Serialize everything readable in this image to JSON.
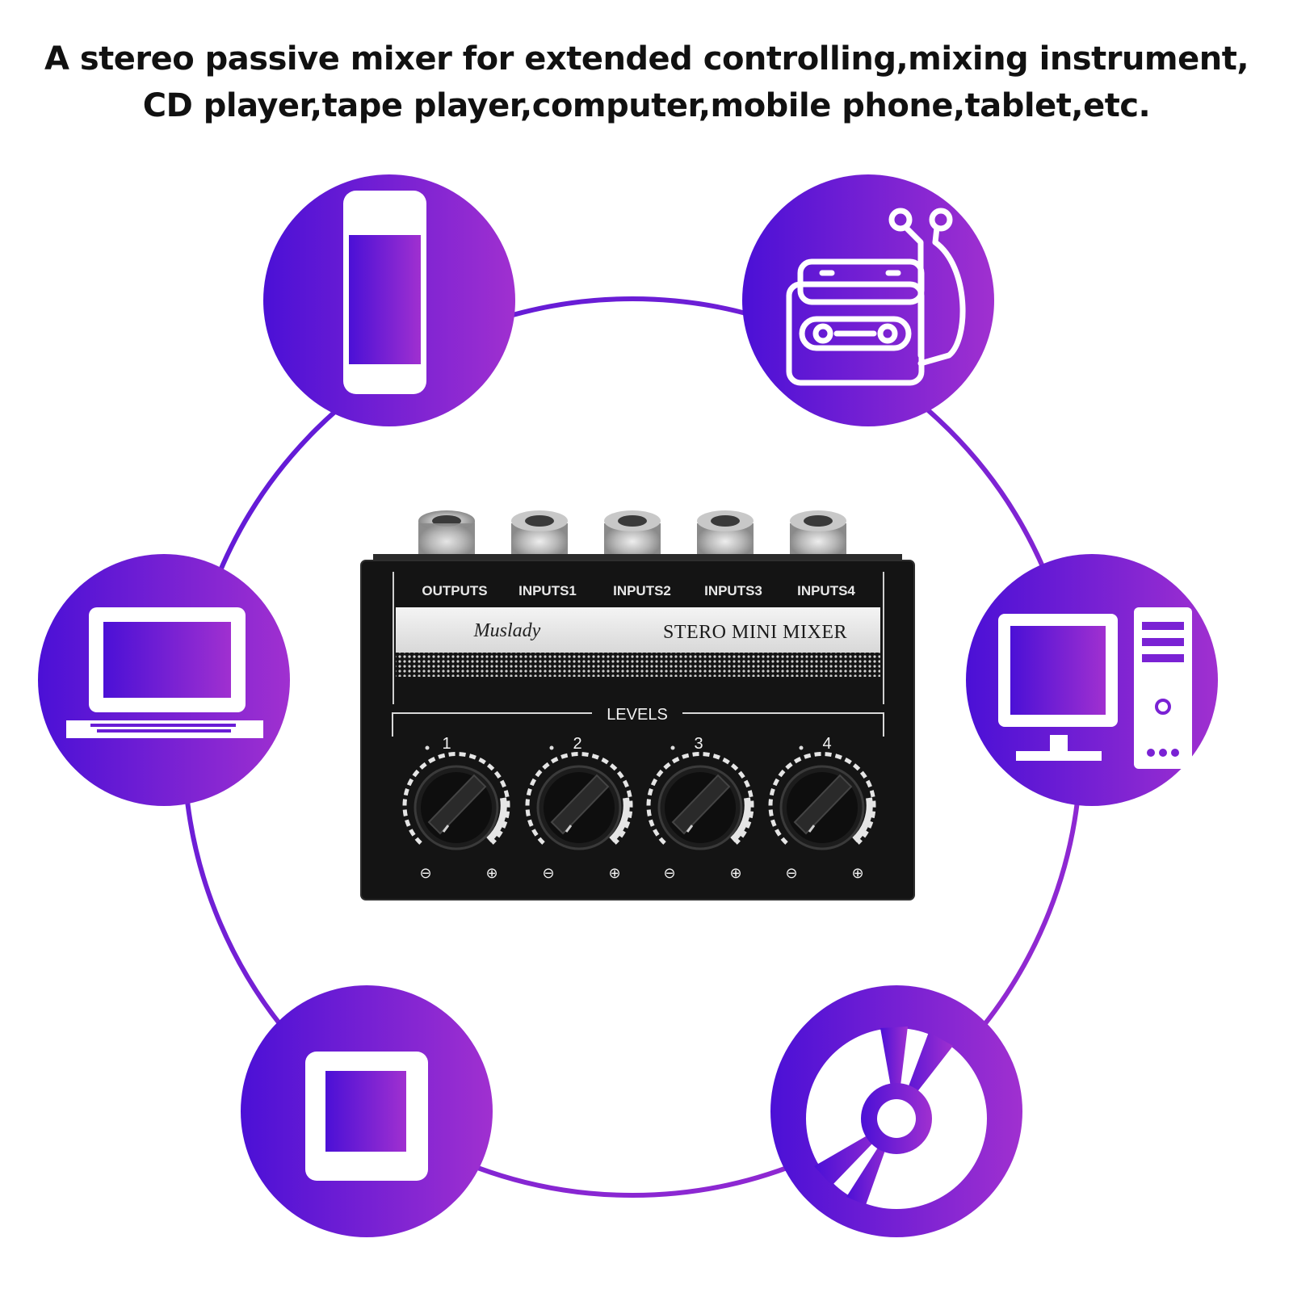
{
  "headline": {
    "line1": "A stereo passive mixer for extended controlling,mixing instrument,",
    "line2": "CD player,tape player,computer,mobile phone,tablet,etc."
  },
  "colors": {
    "accent_start": "#4b10d6",
    "accent_end": "#a030d0",
    "device_body": "#141414"
  },
  "devices": [
    {
      "name": "mobile-phone",
      "icon": "smartphone-icon"
    },
    {
      "name": "tape-player",
      "icon": "cassette-headphones-icon"
    },
    {
      "name": "laptop",
      "icon": "laptop-icon"
    },
    {
      "name": "computer",
      "icon": "desktop-computer-icon"
    },
    {
      "name": "tablet",
      "icon": "tablet-icon"
    },
    {
      "name": "cd-player",
      "icon": "cd-disc-icon"
    }
  ],
  "mixer": {
    "ports": [
      "OUTPUTS",
      "INPUTS1",
      "INPUTS2",
      "INPUTS3",
      "INPUTS4"
    ],
    "brand": "Muslady",
    "model": "STERO MINI MIXER",
    "levels_label": "LEVELS",
    "channels": [
      "1",
      "2",
      "3",
      "4"
    ],
    "minus": "⊖",
    "plus": "⊕"
  }
}
